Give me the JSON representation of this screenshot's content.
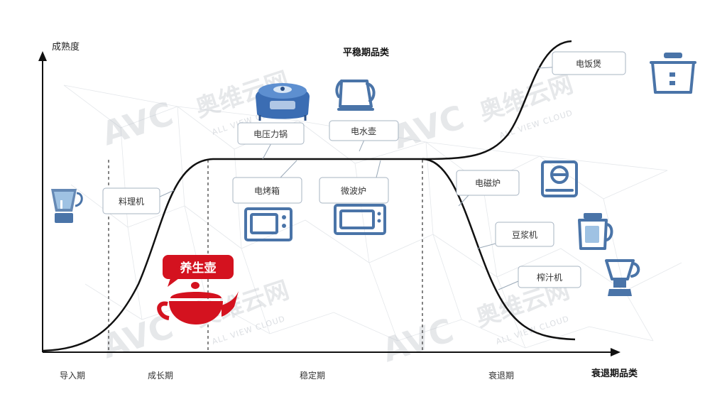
{
  "chart_data": {
    "type": "diagram",
    "axis": {
      "y_label": "成熟度"
    },
    "phases": [
      "导入期",
      "成长期",
      "稳定期",
      "衰退期"
    ],
    "group_titles": {
      "stable": "平稳期品类",
      "decline": "衰退期品类"
    },
    "highlight": "养生壶",
    "callouts": [
      "料理机",
      "电压力锅",
      "电水壶",
      "电烤箱",
      "微波炉",
      "电饭煲",
      "电磁炉",
      "豆浆机",
      "榨汁机"
    ]
  },
  "watermark": {
    "brand": "AVC",
    "cn": "奥维云网",
    "sub": "ALL VIEW CLOUD"
  },
  "colors": {
    "icon": "#4a74a8",
    "highlight": "#d4121f",
    "curve": "#111111",
    "callout_border": "#a7b4c2"
  },
  "icons": [
    "blender-icon",
    "pressure-cooker-icon",
    "kettle-icon",
    "oven-icon",
    "microwave-icon",
    "rice-cooker-icon",
    "induction-cooker-icon",
    "soymilk-maker-icon",
    "juicer-icon",
    "health-pot-icon"
  ]
}
